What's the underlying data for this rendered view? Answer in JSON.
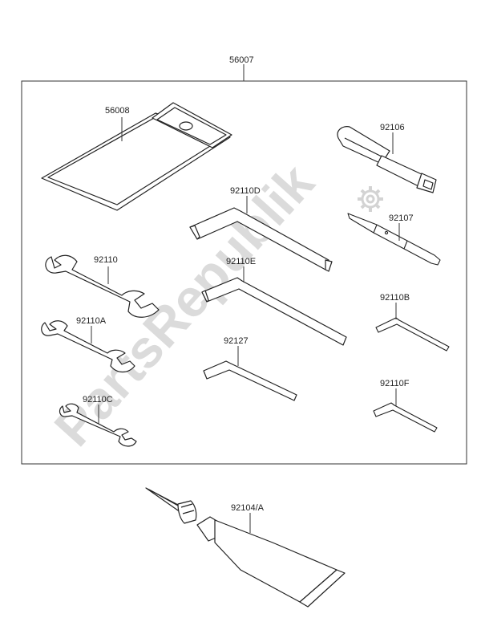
{
  "watermark": {
    "text": "PartsRepublik"
  },
  "assembly": {
    "part_number": "56007"
  },
  "parts": {
    "tool_bag": "56008",
    "screwdriver": "92106",
    "hex_key_d": "92110D",
    "screwdriver_tip": "92107",
    "wrench_main": "92110",
    "hex_key_e": "92110E",
    "hex_key_b": "92110B",
    "wrench_a": "92110A",
    "hex_key_92127": "92127",
    "hex_key_f": "92110F",
    "wrench_c": "92110C",
    "grease_tube": "92104/A"
  }
}
